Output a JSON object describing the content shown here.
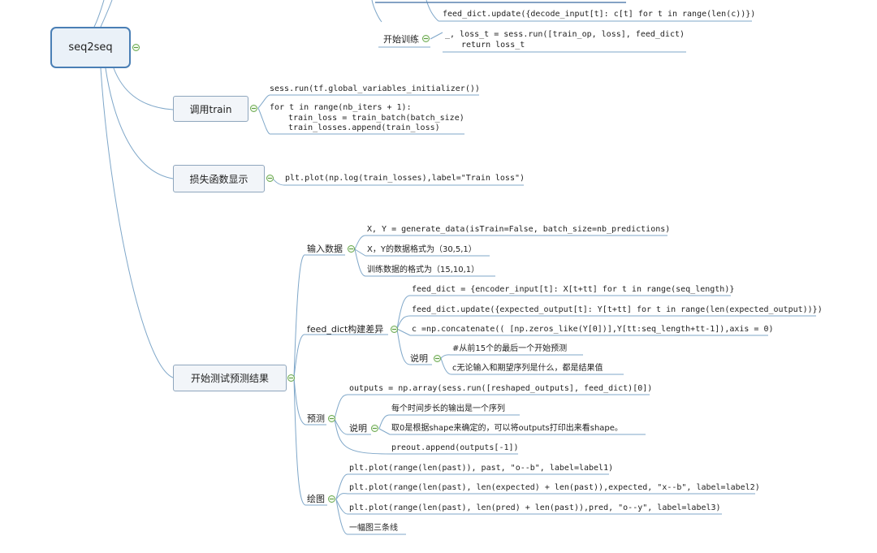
{
  "mindmap": {
    "root": "seq2seq",
    "top": {
      "decode_update": "feed_dict.update({decode_input[t]: c[t] for t in range(len(c))})",
      "start_train_label": "开始训练",
      "run_line1": "_, loss_t = sess.run([train_op, loss], feed_dict)",
      "run_line2": "return loss_t"
    },
    "call_train": {
      "label": "调用train",
      "init": "sess.run(tf.global_variables_initializer())",
      "loop1": "for t in range(nb_iters + 1):",
      "loop2": "train_loss = train_batch(batch_size)",
      "loop3": "train_losses.append(train_loss)"
    },
    "loss_display": {
      "label": "损失函数显示",
      "plot": "plt.plot(np.log(train_losses),label=\"Train loss\")"
    },
    "test": {
      "label": "开始测试预测结果",
      "input": {
        "label": "输入数据",
        "items": [
          "X, Y = generate_data(isTrain=False, batch_size=nb_predictions)",
          "X，Y的数据格式为（30,5,1）",
          "训练数据的格式为（15,10,1）"
        ]
      },
      "feed": {
        "label": "feed_dict构建差异",
        "items": [
          "feed_dict = {encoder_input[t]: X[t+tt] for t in range(seq_length)}",
          "feed_dict.update({expected_output[t]: Y[t+tt] for t in range(len(expected_output))})",
          "c =np.concatenate(( [np.zeros_like(Y[0])],Y[tt:seq_length+tt-1]),axis = 0)"
        ],
        "note_label": "说明",
        "notes": [
          "#从前15个的最后一个开始预测",
          "c无论输入和期望序列是什么，都是结果值"
        ]
      },
      "predict": {
        "label": "预测",
        "outputs": "outputs = np.array(sess.run([reshaped_outputs], feed_dict)[0])",
        "note_label": "说明",
        "notes": [
          "每个时间步长的输出是一个序列",
          "取0是根据shape来确定的，可以将outputs打印出来看shape。"
        ],
        "append": "preout.append(outputs[-1])"
      },
      "draw": {
        "label": "绘图",
        "items": [
          "plt.plot(range(len(past)), past, \"o--b\", label=label1)",
          "plt.plot(range(len(past), len(expected) + len(past)),expected, \"x--b\", label=label2)",
          "plt.plot(range(len(past), len(pred) + len(past)),pred, \"o--y\", label=label3)",
          "一幅图三条线"
        ]
      }
    }
  }
}
